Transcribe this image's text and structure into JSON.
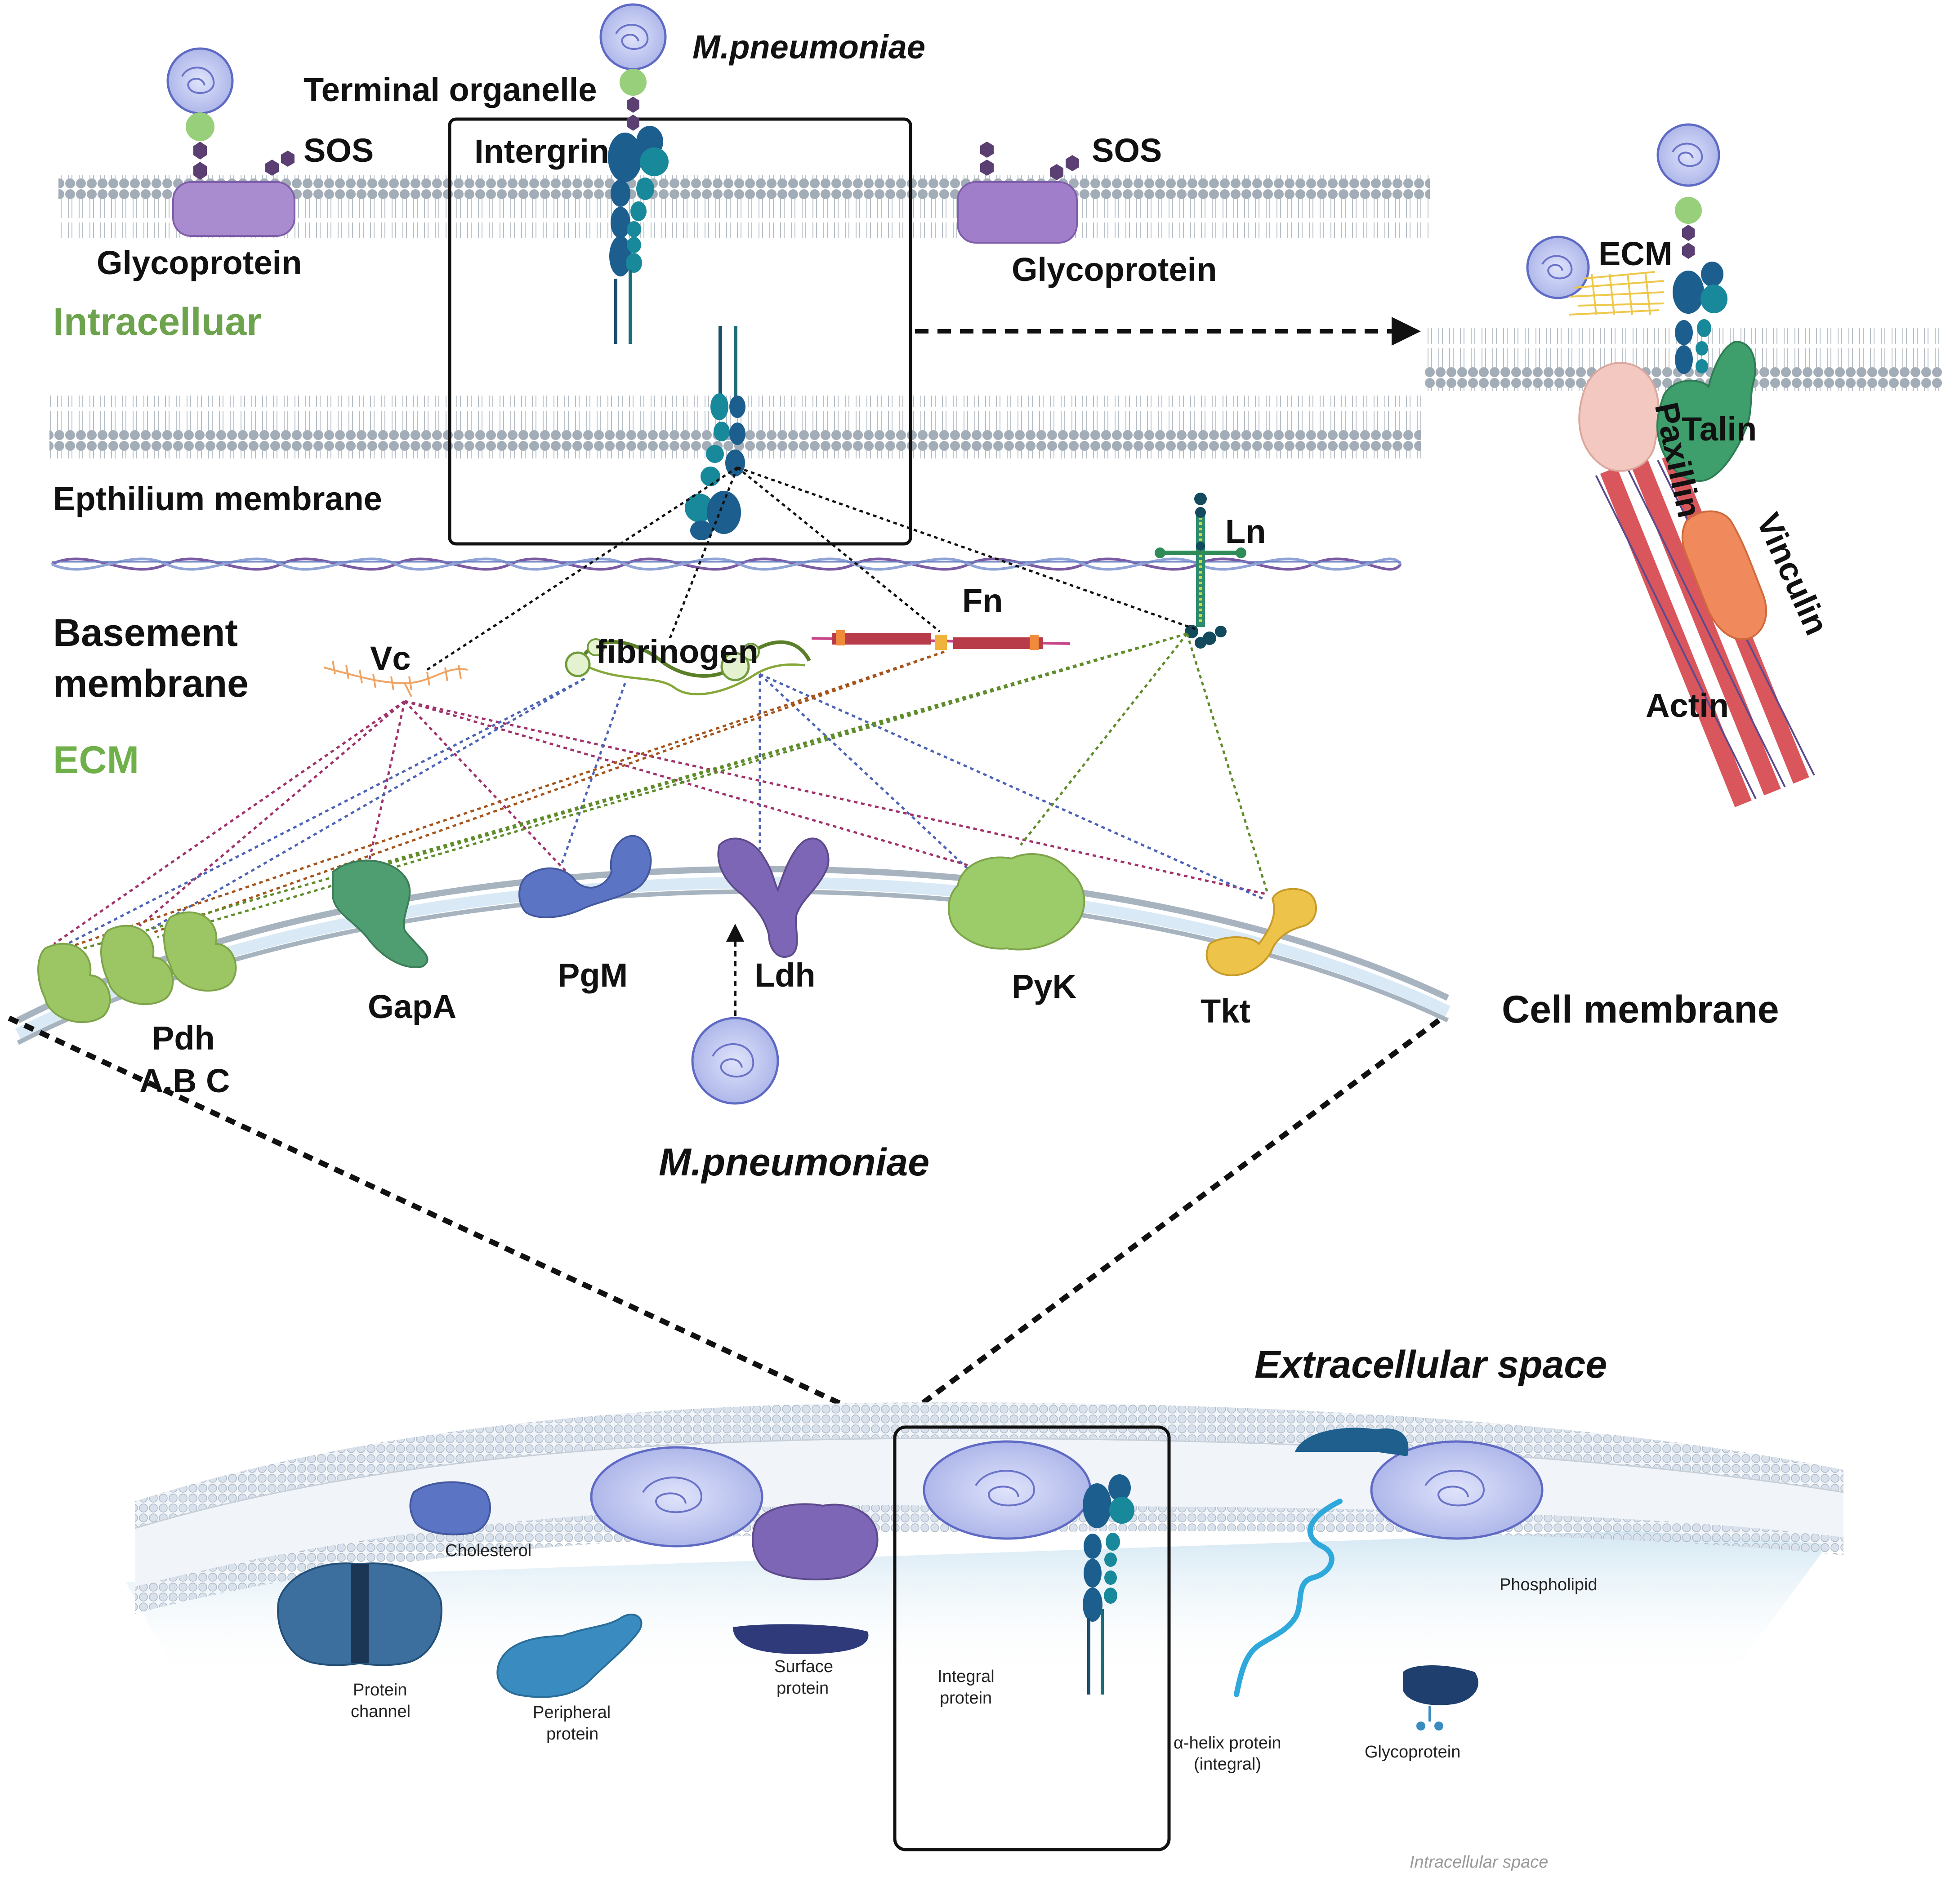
{
  "labels": {
    "mp_top": "M.pneumoniae",
    "terminal_organelle": "Terminal organelle",
    "sos_left": "SOS",
    "sos_right": "SOS",
    "integrin": "Intergrin",
    "glycoprotein_left": "Glycoprotein",
    "glycoprotein_right": "Glycoprotein",
    "intracellular": "Intracelluar",
    "epithelium_membrane": "Epthilium membrane",
    "basement_membrane_1": "Basement",
    "basement_membrane_2": "membrane",
    "ecm_left": "ECM",
    "ecm_right": "ECM",
    "ln": "Ln",
    "fn": "Fn",
    "vc": "Vc",
    "fibrinogen": "fibrinogen",
    "paxillin": "Paxillin",
    "talin": "Talin",
    "vinculin": "Vinculin",
    "actin": "Actin",
    "pdh_1": "Pdh",
    "pdh_2": "A.B C",
    "gapa": "GapA",
    "pgm": "PgM",
    "ldh": "Ldh",
    "pyk": "PyK",
    "tkt": "Tkt",
    "cell_membrane": "Cell  membrane",
    "mp_bottom": "M.pneumoniae",
    "extracellular_space": "Extracellular space",
    "cholesterol": "Cholesterol",
    "phospholipid": "Phospholipid",
    "protein_channel_1": "Protein",
    "protein_channel_2": "channel",
    "peripheral_protein_1": "Peripheral",
    "peripheral_protein_2": "protein",
    "surface_protein_1": "Surface",
    "surface_protein_2": "protein",
    "integral_protein_1": "Integral",
    "integral_protein_2": "protein",
    "alpha_helix_1": "α-helix protein",
    "alpha_helix_2": "(integral)",
    "glycoprotein_bottom": "Glycoprotein",
    "intracellular_space": "Intracellular space"
  },
  "colors": {
    "intracellular_green": "#6ea34e",
    "ecm_green": "#6fb04a",
    "membrane_gray": "#9aa6b2",
    "mp_fill": "#c3c9f0",
    "integrin_teal": "#17899a",
    "integrin_blue": "#1c5e8e",
    "pdh_green": "#9cc664",
    "gapa_green": "#4f9e72",
    "pgm_blue": "#5b74c4",
    "ldh_purple": "#7d66b5",
    "pyk_green": "#9ccb6a",
    "tkt_yellow": "#eec34a",
    "talin_green": "#3e9e6c",
    "paxillin_pink": "#f2c8c0",
    "vinculin_orange": "#f08a5d",
    "actin_red": "#d9565c"
  }
}
